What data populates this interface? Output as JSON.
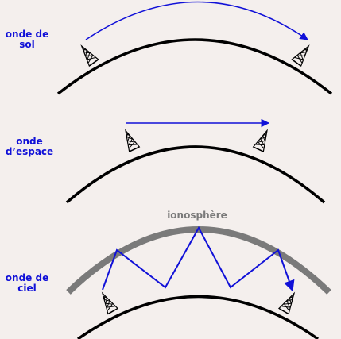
{
  "panels": [
    {
      "id": "ground",
      "label": "onde de\nsol"
    },
    {
      "id": "space",
      "label": "onde\nd’espace"
    },
    {
      "id": "sky",
      "label": "onde de\nciel"
    }
  ],
  "ionosphere_label": "ionosphère",
  "colors": {
    "background": "#f4efed",
    "wave": "#1010d8",
    "label": "#1010d8",
    "earth": "#000000",
    "ionosphere": "#7a7a7a",
    "tower": "#000000"
  },
  "icons": [
    "antenna-tower-icon"
  ]
}
